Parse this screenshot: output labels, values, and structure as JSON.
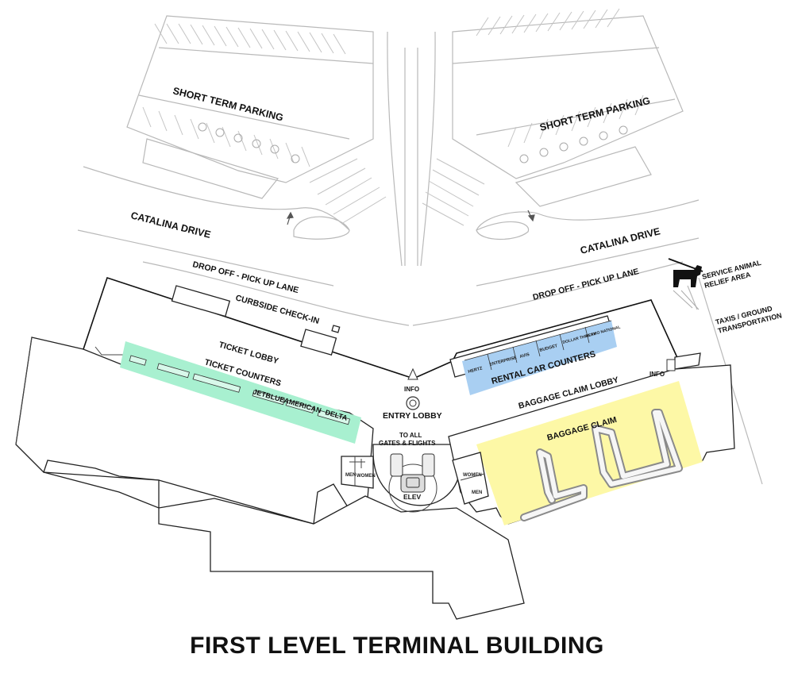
{
  "map": {
    "title": "FIRST LEVEL TERMINAL BUILDING",
    "parking_left": "SHORT TERM PARKING",
    "parking_right": "SHORT TERM PARKING",
    "road_left": "CATALINA DRIVE",
    "road_right": "CATALINA DRIVE",
    "lane_left": "DROP OFF - PICK UP LANE",
    "lane_right": "DROP OFF - PICK UP LANE",
    "curbside": "CURBSIDE CHECK-IN",
    "ticket_lobby": "TICKET LOBBY",
    "ticket_counters": "TICKET COUNTERS",
    "airlines": [
      "JETBLUE",
      "AMERICAN",
      "DELTA"
    ],
    "info_center": "INFO",
    "info_right": "INFO",
    "entry_lobby": "ENTRY LOBBY",
    "gates_line1": "TO ALL",
    "gates_line2": "GATES & FLIGHTS",
    "elevator": "ELEV",
    "restroom_men_left": "MEN",
    "restroom_women_left": "WOMEN",
    "restroom_women_right": "WOMEN",
    "restroom_men_right": "MEN",
    "rental_car_counters": "RENTAL CAR COUNTERS",
    "rental_companies": [
      "HERTZ",
      "ENTERPRISE",
      "AVIS",
      "BUDGET",
      "DOLLAR THRIFTY",
      "ALAMO NATIONAL"
    ],
    "baggage_claim_lobby": "BAGGAGE CLAIM LOBBY",
    "baggage_claim": "BAGGAGE CLAIM",
    "service_animal_line1": "SERVICE ANIMAL",
    "service_animal_line2": "RELIEF AREA",
    "taxi_line1": "TAXIS / GROUND",
    "taxi_line2": "TRANSPORTATION",
    "colors": {
      "ticket_counters": "#a8f0d0",
      "rental_car_counters": "#a9cff2",
      "baggage_claim": "#fdf8a6",
      "service_animal_icon": "#111111"
    },
    "icons": [
      "service-dog-icon",
      "elevator-icon",
      "info-icon"
    ]
  }
}
